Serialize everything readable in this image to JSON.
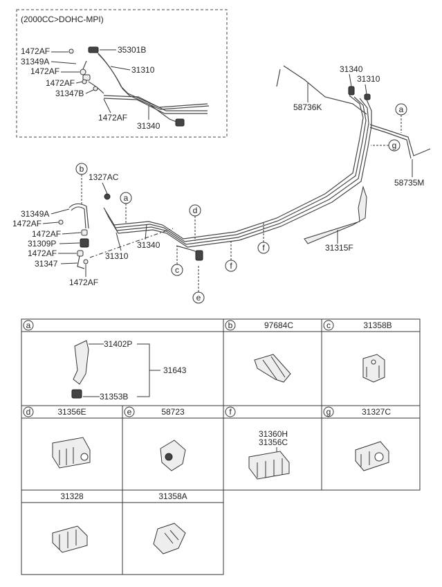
{
  "inset_title": "(2000CC>DOHC-MPI)",
  "inset_labels": {
    "l1472af_1": "1472AF",
    "l31349a": "31349A",
    "l1472af_2": "1472AF",
    "l1472af_3": "1472AF",
    "l31347b": "31347B",
    "l1472af_4": "1472AF",
    "l35301b": "35301B",
    "l31310": "31310",
    "l31340": "31340"
  },
  "main_labels": {
    "l31340": "31340",
    "l31310": "31310",
    "l58736k": "58736K",
    "l58735m": "58735M",
    "l1327ac": "1327AC",
    "l31349a": "31349A",
    "l1472af_a": "1472AF",
    "l1472af_b": "1472AF",
    "l31309p": "31309P",
    "l1472af_c": "1472AF",
    "l31347": "31347",
    "l1472af_d": "1472AF",
    "l31310b": "31310",
    "l31340b": "31340",
    "l31315f": "31315F"
  },
  "callouts": {
    "a1": "a",
    "a2": "a",
    "b": "b",
    "c": "c",
    "d": "d",
    "e": "e",
    "f1": "f",
    "f2": "f",
    "g": "g"
  },
  "table": {
    "a": {
      "letter": "a",
      "p1": "31402P",
      "p2": "31643",
      "p3": "31353B"
    },
    "b": {
      "letter": "b",
      "part": "97684C"
    },
    "c": {
      "letter": "c",
      "part": "31358B"
    },
    "d": {
      "letter": "d",
      "part": "31356E"
    },
    "e": {
      "letter": "e",
      "part": "58723"
    },
    "f": {
      "letter": "f",
      "part1": "31360H",
      "part2": "31356C"
    },
    "g": {
      "letter": "g",
      "part": "31327C"
    },
    "h": {
      "part": "31328"
    },
    "i": {
      "part": "31358A"
    }
  }
}
